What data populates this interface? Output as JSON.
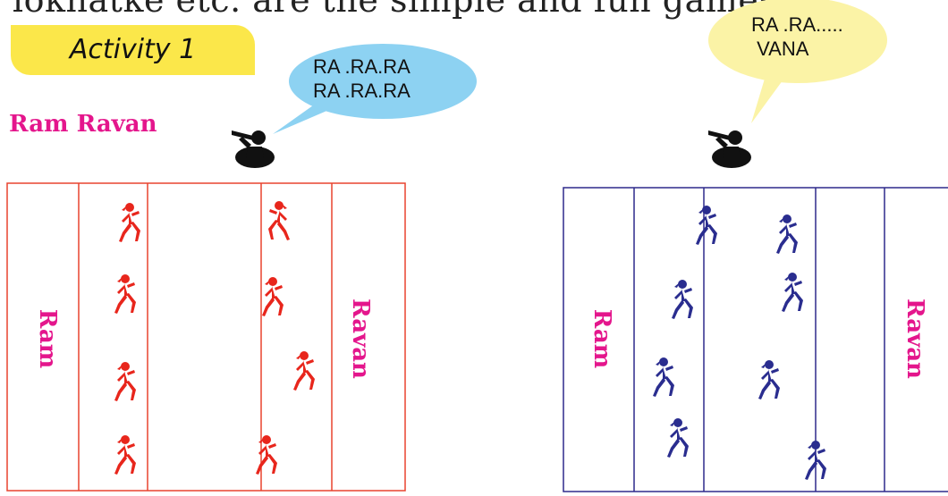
{
  "header": {
    "top_line_text": "lokhatke etc. are the simple and fun games.",
    "activity_label": "Activity 1",
    "game_title": "Ram Ravan"
  },
  "left_scene": {
    "caller_speech": "RA .RA.RA\nRA .RA.RA",
    "bubble_color": "#8dd2f2",
    "line_color": "#e8432f",
    "runner_color": "#e8261c",
    "left_side_label": "Ram",
    "right_side_label": "Ravan"
  },
  "right_scene": {
    "caller_speech": "RA .RA.....\n VANA",
    "bubble_color": "#fbf3a6",
    "line_color": "#2f2a8c",
    "runner_color": "#2a2d8f",
    "left_side_label": "Ram",
    "right_side_label": "Ravan"
  },
  "colors": {
    "accent_pink": "#e4168c",
    "activity_yellow": "#fbe74a"
  }
}
